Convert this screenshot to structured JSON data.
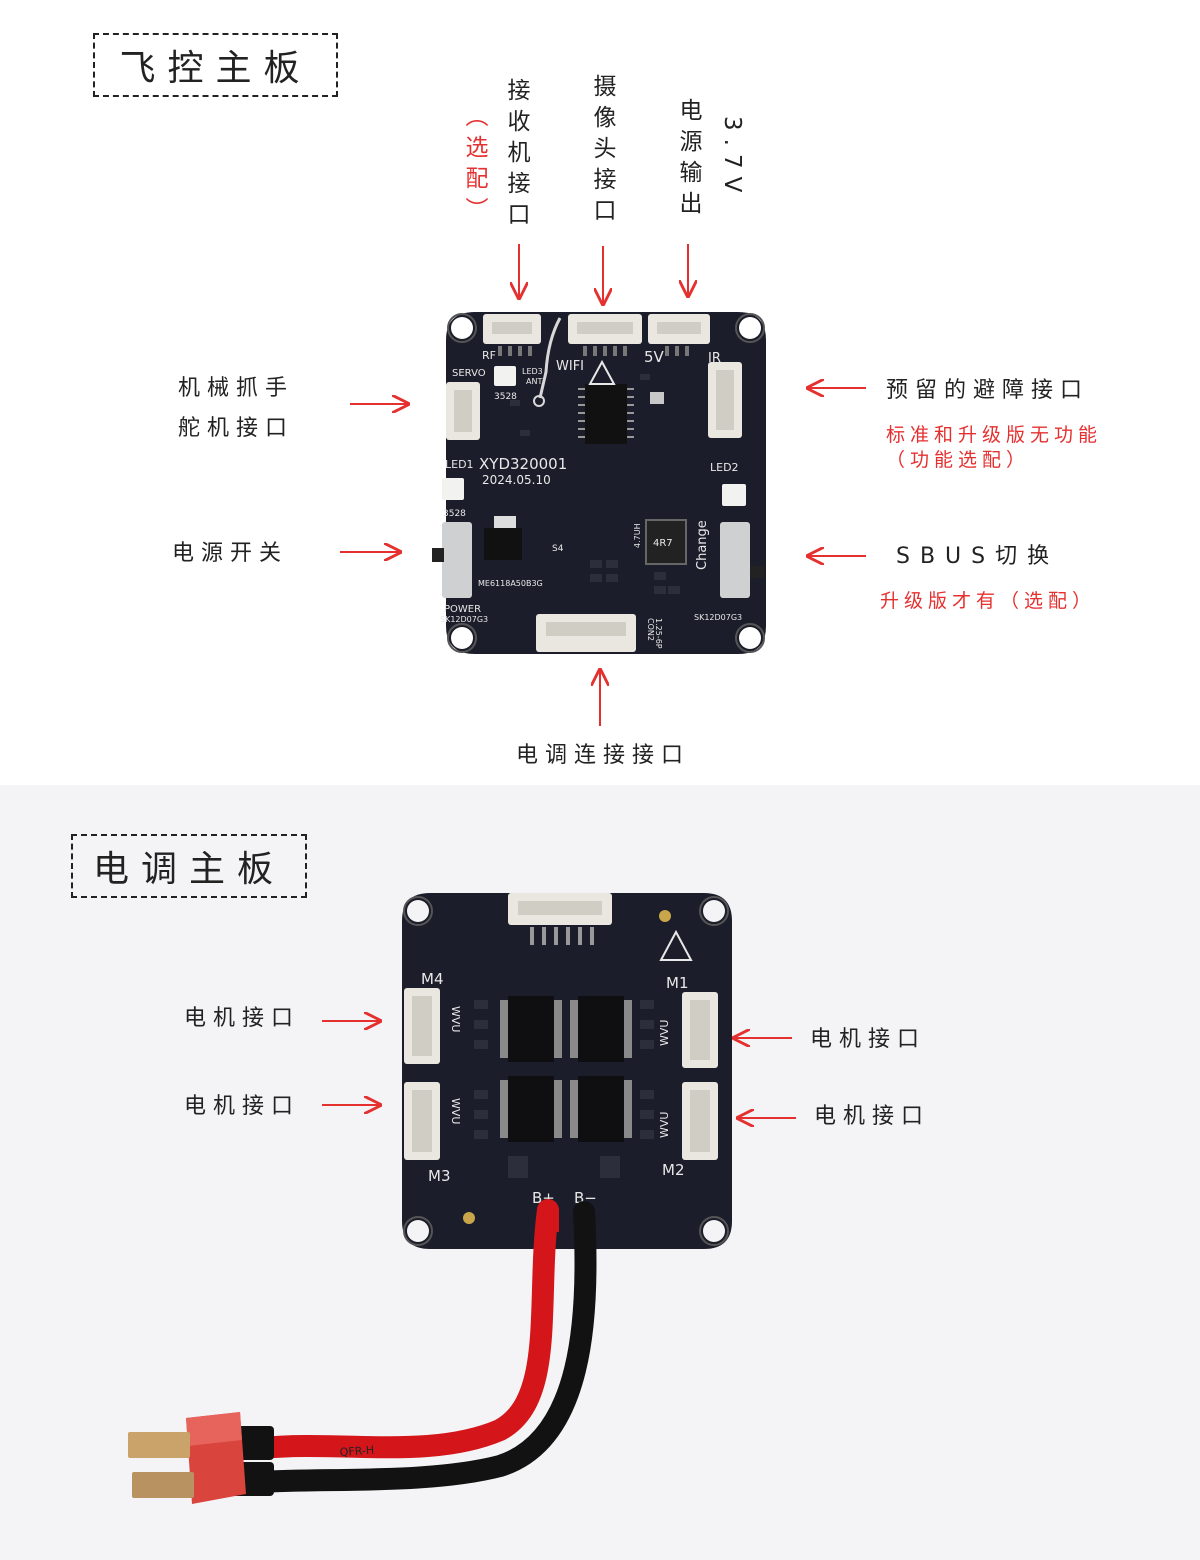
{
  "flight_board": {
    "title": "飞控主板",
    "labels": {
      "receiver": "接收机接口",
      "receiver_optional": "（选配）",
      "camera": "摄像头接口",
      "power_out": "电源输出",
      "power_out_voltage": "3.7V",
      "servo_line1": "机械抓手",
      "servo_line2": "舵机接口",
      "reserved": "预留的避障接口",
      "reserved_note_line1": "标准和升级版无功能",
      "reserved_note_line2": "（功能选配）",
      "power_switch": "电源开关",
      "sbus": "SBUS切换",
      "sbus_note": "升级版才有（选配）",
      "esc_port": "电调连接接口"
    },
    "silkscreen": {
      "rf": "RF",
      "wifi": "WIFI",
      "v5": "5V",
      "ir": "IR",
      "servo": "SERVO",
      "led3": "LED3",
      "ant": "ANT",
      "n3528a": "3528",
      "n3528b": "3528",
      "led1": "LED1",
      "led2": "LED2",
      "model": "XYD320001",
      "date": "2024.05.10",
      "inductor": "4R7",
      "inductor_value": "4.7UH",
      "change": "Change",
      "s4": "S4",
      "chip": "ME6118A50B3G",
      "power": "POWER",
      "sw_left": "SK12D07G3",
      "sw_right": "SK12D07G3",
      "con2": "CON2",
      "con2_pitch": "1.25-6P"
    }
  },
  "esc_board": {
    "title": "电调主板",
    "labels": {
      "motor_top_left": "电机接口",
      "motor_bottom_left": "电机接口",
      "motor_top_right": "电机接口",
      "motor_bottom_right": "电机接口"
    },
    "silkscreen": {
      "m1": "M1",
      "m2": "M2",
      "m3": "M3",
      "m4": "M4",
      "uvw": "WVU",
      "bplus": "B+",
      "bminus": "B−",
      "cable_text": "QFR-H"
    }
  },
  "colors": {
    "arrow": "#e53030",
    "pcb": "#1b1e2a",
    "connector": "#e9e7df",
    "wire_red": "#d4161b",
    "wire_black": "#121212",
    "plug_red": "#d9443c"
  }
}
